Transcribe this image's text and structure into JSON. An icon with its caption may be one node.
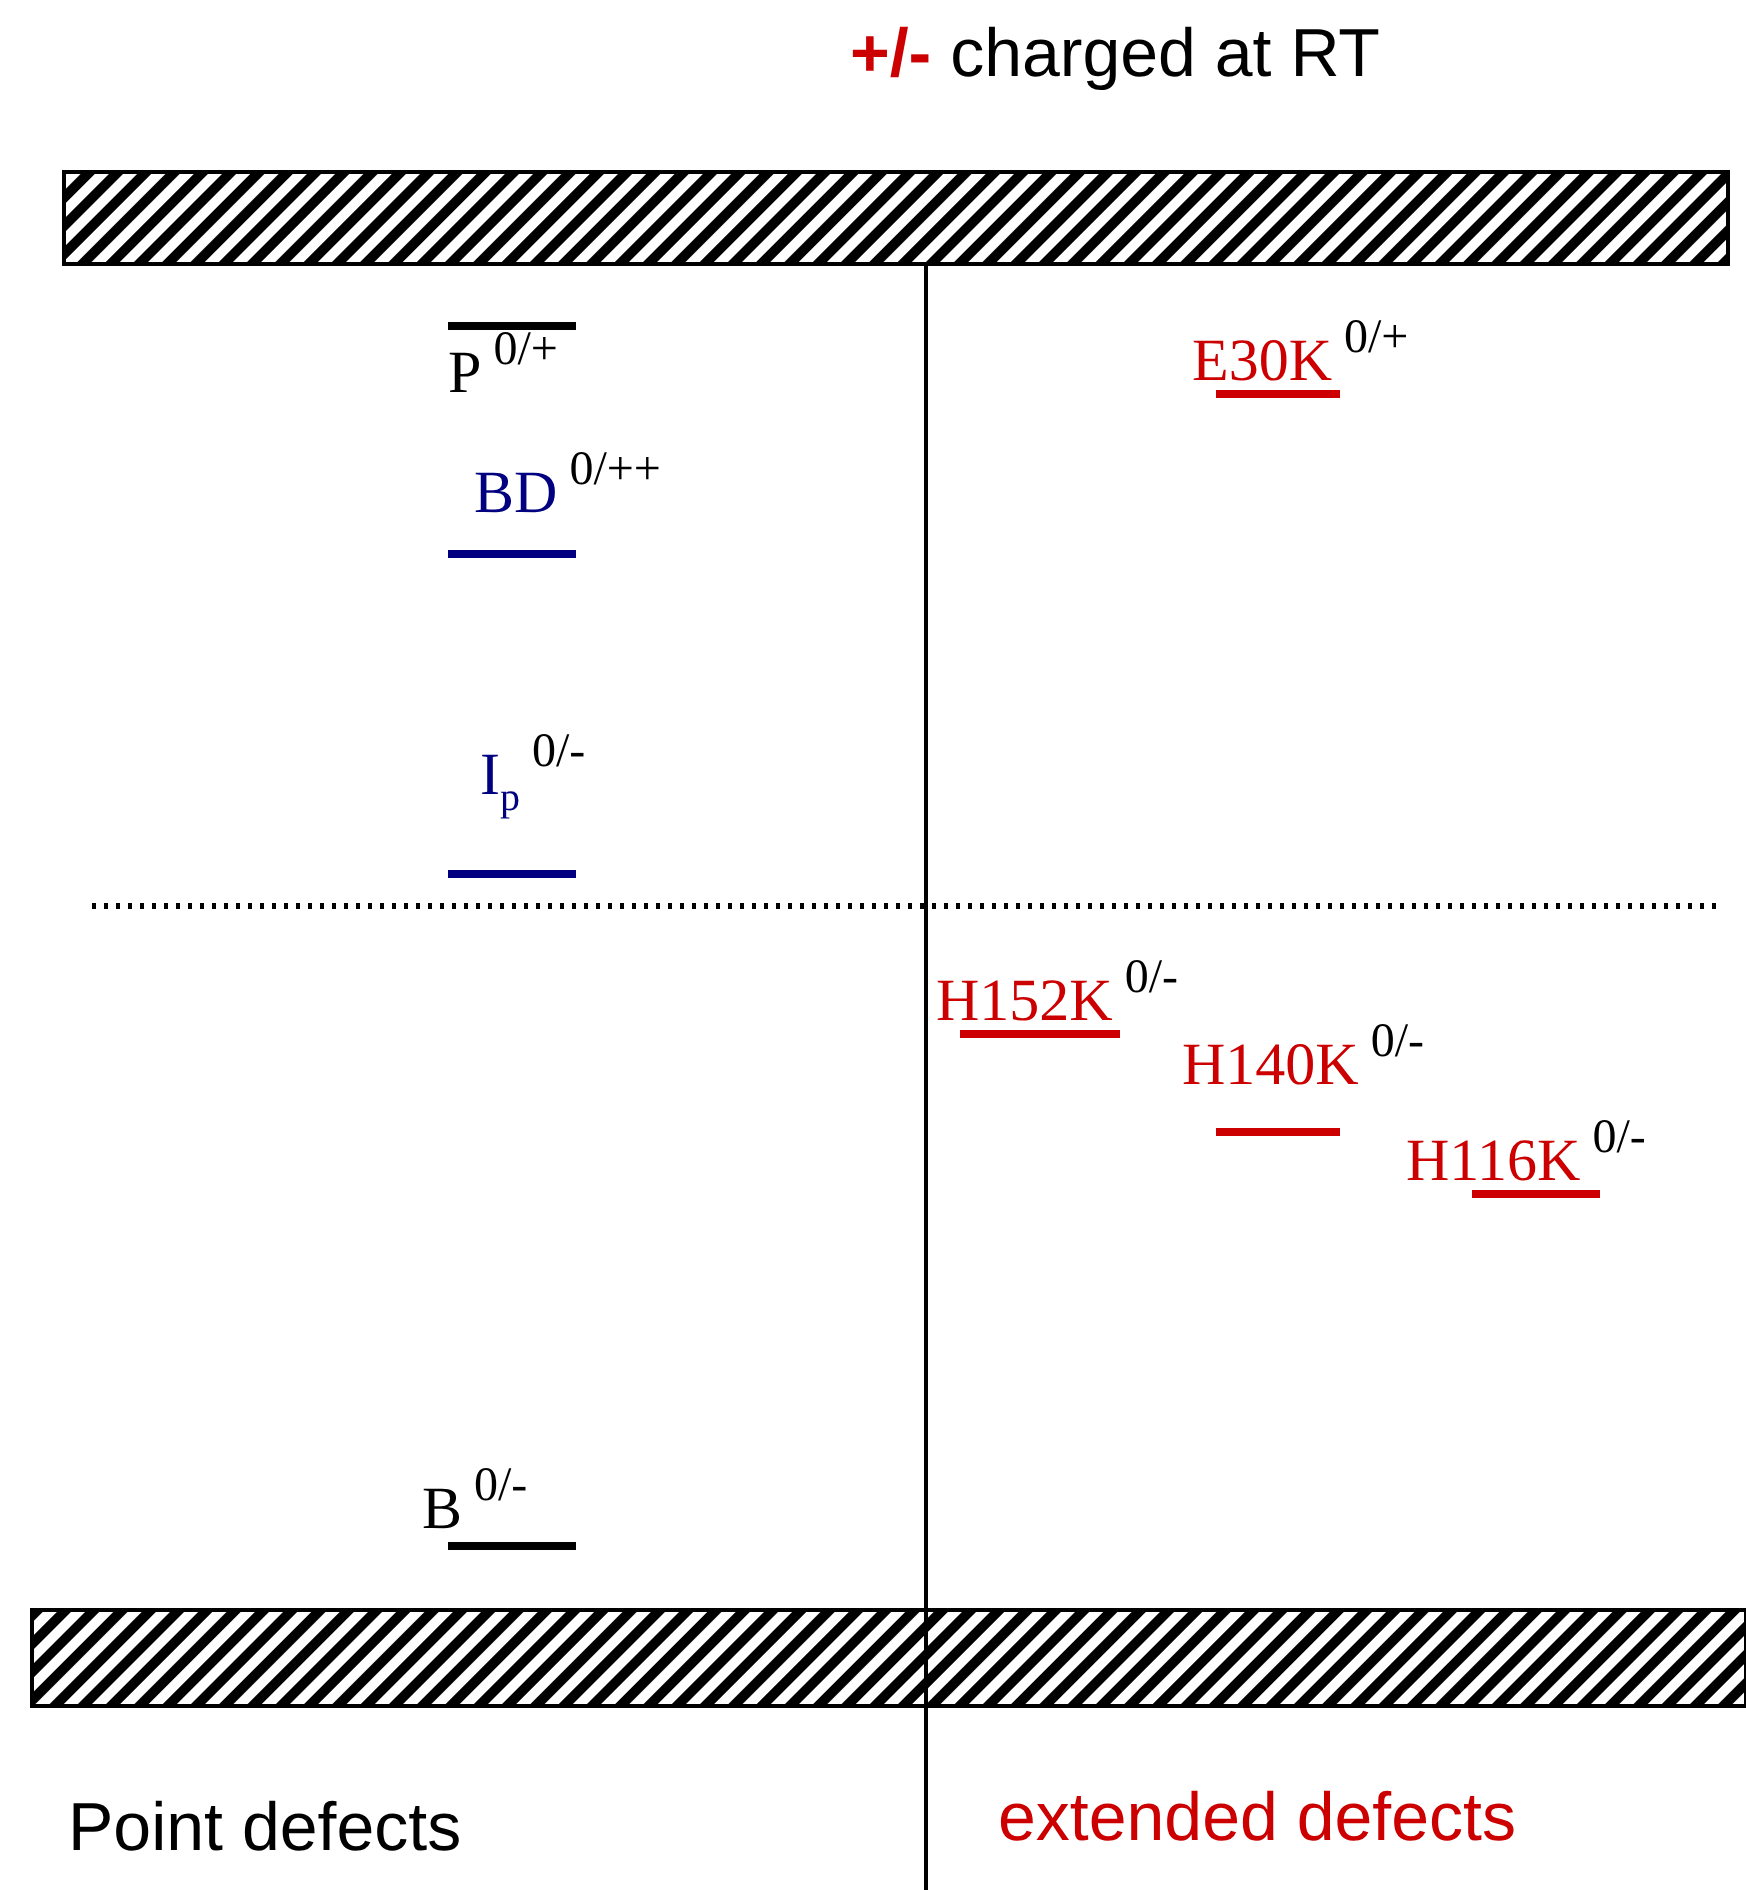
{
  "diagram": {
    "title": "**+/-** charged at RT",
    "nodes": [
      {
        "text": [],
        "shape": "bar"
      },
      {
        "text": [],
        "shape": "bar"
      }
    ],
    "labels": [
      "P$^{0/+}$",
      "E30K$^{0/+}$",
      "BD$^{0/++}$",
      "I$_{p}$$^{0/-}$",
      "H152K$^{0/-}$",
      "H140K$^{0/-}$",
      "H116K$^{0/-}$",
      "B$^{0/-}$",
      "Point defects",
      "extended defects"
    ]
  }
}
